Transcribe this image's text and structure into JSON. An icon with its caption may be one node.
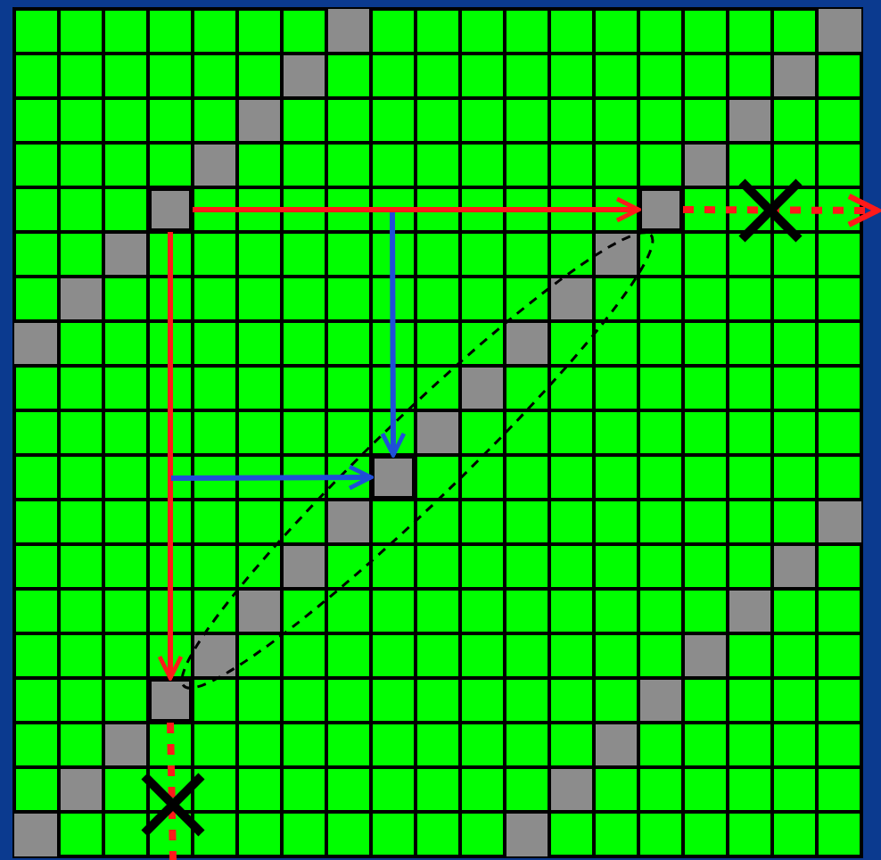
{
  "diagram": {
    "nodes": [
      {
        "text": [],
        "shape": "box"
      },
      {
        "text": [],
        "shape": "box"
      },
      {
        "text": [],
        "shape": "box"
      },
      {
        "text": [],
        "shape": "box"
      }
    ],
    "edges": [
      {
        "from": 0,
        "to": 1,
        "arrow": "to"
      },
      {
        "from": 1,
        "to": null,
        "arrow": "to",
        "style": "dashed"
      },
      {
        "from": 0,
        "to": 2,
        "arrow": "to"
      },
      {
        "from": 2,
        "to": null,
        "arrow": "none",
        "style": "dashed"
      },
      {
        "from": null,
        "to": 3,
        "arrow": "to",
        "color": "#1f4fd8"
      },
      {
        "from": null,
        "to": 3,
        "arrow": "to",
        "color": "#1f4fd8"
      }
    ]
  }
}
